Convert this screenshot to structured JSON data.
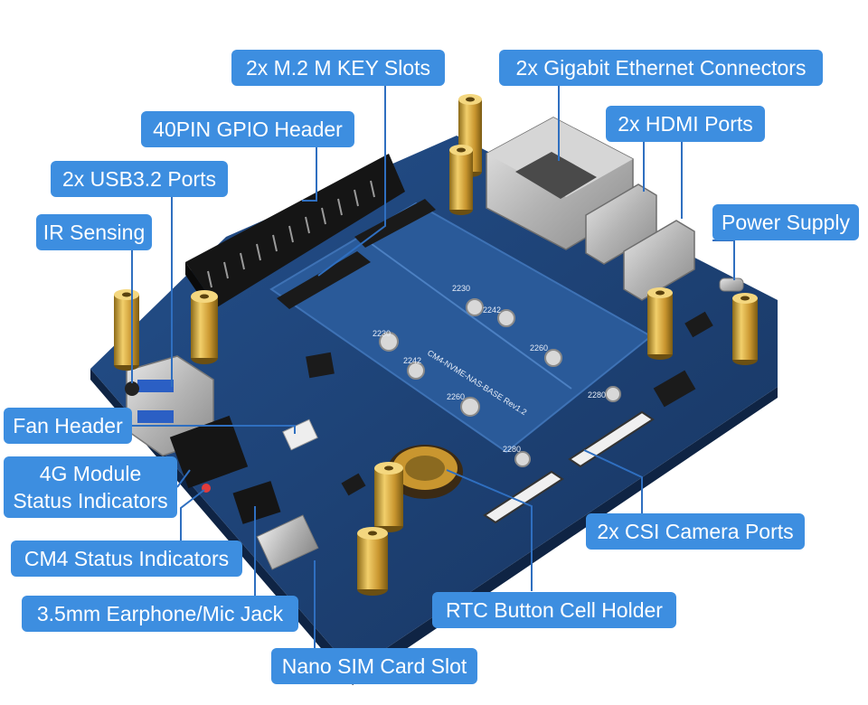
{
  "labels": {
    "m2": "2x M.2 M KEY Slots",
    "ethernet": "2x Gigabit Ethernet Connectors",
    "gpio": "40PIN GPIO Header",
    "hdmi": "2x HDMI Ports",
    "usb": "2x USB3.2 Ports",
    "power": "Power Supply",
    "ir": "IR Sensing",
    "fan": "Fan Header",
    "module_4g_line1": "4G Module",
    "module_4g_line2": "Status Indicators",
    "cm4_status": "CM4 Status Indicators",
    "audio": "3.5mm Earphone/Mic Jack",
    "sim": "Nano SIM Card Slot",
    "csi": "2x CSI Camera Ports",
    "rtc": "RTC Button Cell Holder"
  },
  "board_text": {
    "model": "CM4-NVME-NAS-BASE Rev1.2",
    "slot_sizes": [
      "2230",
      "2242",
      "2260",
      "2280",
      "2230",
      "2242",
      "2260",
      "2280"
    ]
  },
  "colors": {
    "label_bg": "#3d8ee0",
    "label_text": "#ffffff",
    "pcb": "#1d3f73",
    "leader": "#2f6fc0",
    "brass": "#c9962f"
  }
}
